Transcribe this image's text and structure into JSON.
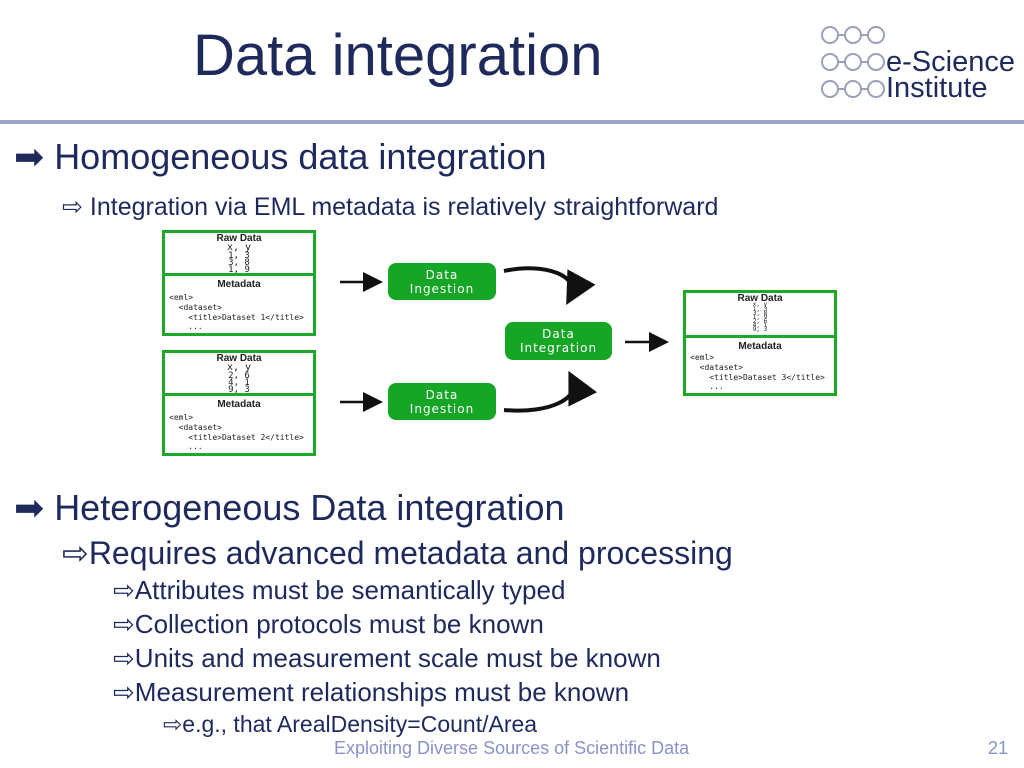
{
  "slide": {
    "title": "Data integration",
    "logo": {
      "top": "e-Science",
      "bottom": "Institute"
    },
    "bullets": {
      "b1": "Homogeneous data integration",
      "b1_1": "Integration via EML metadata is relatively straightforward",
      "b2": "Heterogeneous Data integration",
      "b2_1": "Requires advanced metadata and processing",
      "b2_1_1": "Attributes must be semantically typed",
      "b2_1_2": "Collection protocols must be known",
      "b2_1_3": "Units and measurement scale must be known",
      "b2_1_4": "Measurement relationships must be known",
      "b2_1_4_1": "e.g., that ArealDensity=Count/Area"
    },
    "footer": "Exploiting Diverse Sources of Scientific Data",
    "page_number": "21"
  },
  "diagram": {
    "box1": {
      "raw_header": "Raw Data",
      "rows": [
        "x, y",
        "1, 3",
        "3, 8",
        "1, 9"
      ],
      "meta_header": "Metadata",
      "xml": [
        "<eml>",
        "  <dataset>",
        "    <title>Dataset 1</title>",
        "    ..."
      ]
    },
    "box2": {
      "raw_header": "Raw Data",
      "rows": [
        "x, y",
        "2, 6",
        "4, 1",
        "9, 3"
      ],
      "meta_header": "Metadata",
      "xml": [
        "<eml>",
        "  <dataset>",
        "    <title>Dataset 2</title>",
        "    ..."
      ]
    },
    "box3": {
      "raw_header": "Raw Data",
      "rows": [
        "x, y",
        "1, 3",
        "3, 8",
        "1, 9",
        "2, 6",
        "4, 1",
        "9, 3"
      ],
      "meta_header": "Metadata",
      "xml": [
        "<eml>",
        "  <dataset>",
        "    <title>Dataset 3</title>",
        "    ..."
      ]
    },
    "ingest1": [
      "Data",
      "Ingestion"
    ],
    "ingest2": [
      "Data",
      "Ingestion"
    ],
    "integration": [
      "Data",
      "Integration"
    ]
  }
}
